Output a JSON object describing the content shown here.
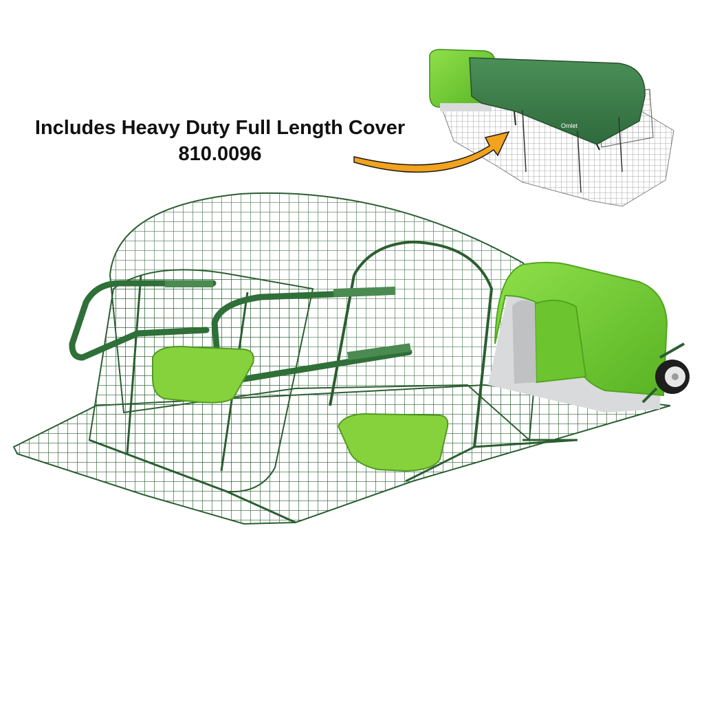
{
  "caption": {
    "line1": "Includes Heavy Duty Full Length Cover",
    "line2": "810.0096"
  },
  "inset": {
    "logo_text": "Omlet"
  },
  "colors": {
    "coop_green": "#7bd13a",
    "coop_green_dark": "#4fa51d",
    "cover_green": "#3c7d4b",
    "mesh_green": "#2b5e31",
    "arrow_orange": "#f2a21d",
    "coop_base_grey": "#d9dadc"
  },
  "icons": [
    "curved-arrow-icon",
    "wheel-icon"
  ]
}
